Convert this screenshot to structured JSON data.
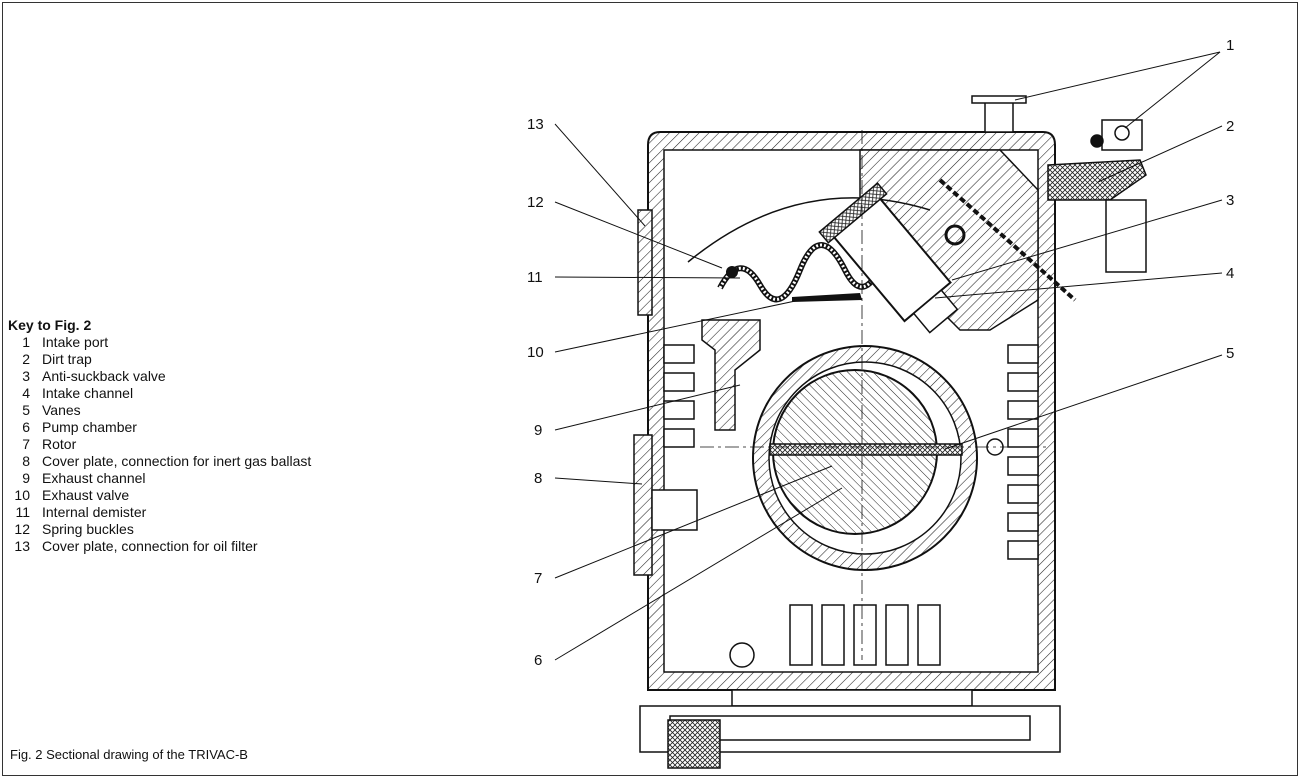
{
  "key": {
    "title": "Key to Fig. 2",
    "items": [
      {
        "num": "1",
        "label": "Intake port"
      },
      {
        "num": "2",
        "label": "Dirt trap"
      },
      {
        "num": "3",
        "label": "Anti-suckback valve"
      },
      {
        "num": "4",
        "label": "Intake channel"
      },
      {
        "num": "5",
        "label": "Vanes"
      },
      {
        "num": "6",
        "label": "Pump chamber"
      },
      {
        "num": "7",
        "label": "Rotor"
      },
      {
        "num": "8",
        "label": "Cover plate, connection for inert gas ballast"
      },
      {
        "num": "9",
        "label": "Exhaust channel"
      },
      {
        "num": "10",
        "label": "Exhaust valve"
      },
      {
        "num": "11",
        "label": "Internal demister"
      },
      {
        "num": "12",
        "label": "Spring buckles"
      },
      {
        "num": "13",
        "label": "Cover plate, connection for oil filter"
      }
    ]
  },
  "caption": "Fig. 2  Sectional drawing of the TRIVAC-B",
  "callouts": {
    "c1": "1",
    "c2": "2",
    "c3": "3",
    "c4": "4",
    "c5": "5",
    "c6": "6",
    "c7": "7",
    "c8": "8",
    "c9": "9",
    "c10": "10",
    "c11": "11",
    "c12": "12",
    "c13": "13"
  }
}
